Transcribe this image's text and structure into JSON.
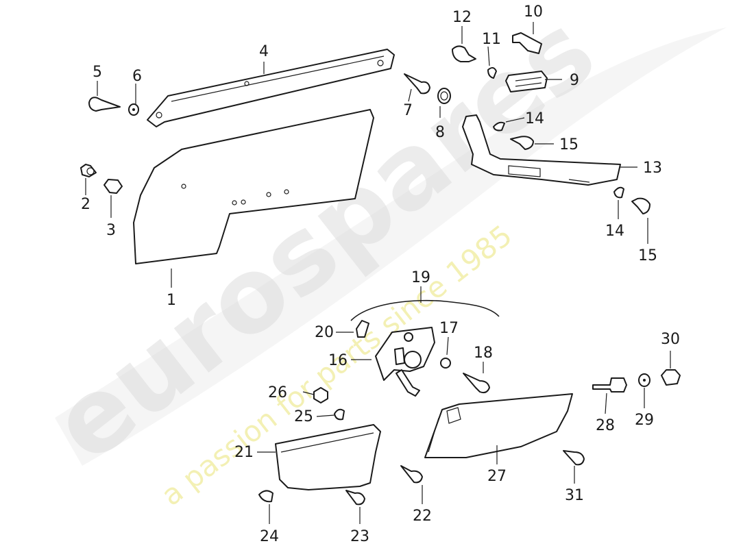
{
  "watermark": {
    "logo_text": "eurospares",
    "tagline": "a passion for parts since 1985"
  },
  "callouts": [
    {
      "id": "door-panel",
      "number": "1"
    },
    {
      "id": "button-a",
      "number": "2"
    },
    {
      "id": "button-b",
      "number": "3"
    },
    {
      "id": "trim-strip",
      "number": "4"
    },
    {
      "id": "screw-5",
      "number": "5"
    },
    {
      "id": "washer-6",
      "number": "6"
    },
    {
      "id": "screw-7",
      "number": "7"
    },
    {
      "id": "grommet-8",
      "number": "8"
    },
    {
      "id": "block-9",
      "number": "9"
    },
    {
      "id": "clip-10",
      "number": "10"
    },
    {
      "id": "clip-11",
      "number": "11"
    },
    {
      "id": "plug-12",
      "number": "12"
    },
    {
      "id": "armrest-13",
      "number": "13"
    },
    {
      "id": "clip-14a",
      "number": "14"
    },
    {
      "id": "clip-14b",
      "number": "14"
    },
    {
      "id": "screw-15a",
      "number": "15"
    },
    {
      "id": "screw-15b",
      "number": "15"
    },
    {
      "id": "bracket-16",
      "number": "16"
    },
    {
      "id": "ring-17",
      "number": "17"
    },
    {
      "id": "bolt-18",
      "number": "18"
    },
    {
      "id": "cable-19",
      "number": "19"
    },
    {
      "id": "clip-20",
      "number": "20"
    },
    {
      "id": "pocket-21",
      "number": "21"
    },
    {
      "id": "screw-22",
      "number": "22"
    },
    {
      "id": "screw-23",
      "number": "23"
    },
    {
      "id": "screw-24",
      "number": "24"
    },
    {
      "id": "clip-25",
      "number": "25"
    },
    {
      "id": "nut-26",
      "number": "26"
    },
    {
      "id": "panel-27",
      "number": "27"
    },
    {
      "id": "stud-28",
      "number": "28"
    },
    {
      "id": "washer-29",
      "number": "29"
    },
    {
      "id": "nut-30",
      "number": "30"
    },
    {
      "id": "screw-31",
      "number": "31"
    }
  ]
}
